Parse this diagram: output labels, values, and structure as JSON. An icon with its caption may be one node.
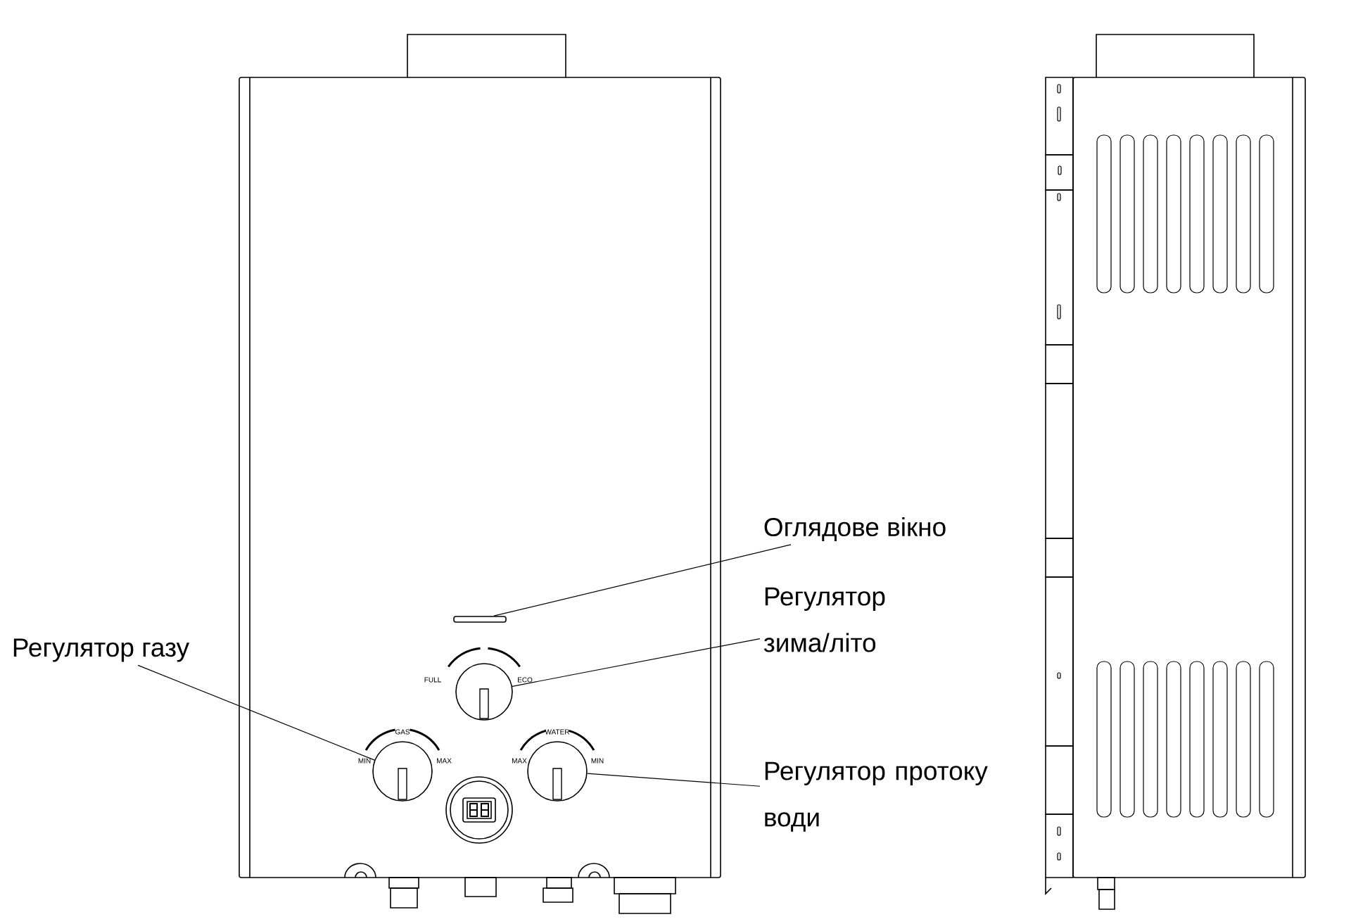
{
  "diagram": {
    "nodes": [
      {
        "text": [
          "Оглядове вікно"
        ]
      },
      {
        "text": [
          "Регулятор зима/літо"
        ]
      },
      {
        "text": [
          "Регулятор газу"
        ]
      },
      {
        "text": [
          "Регулятор протоку води"
        ]
      },
      {
        "text": [],
        "shape": "bar"
      },
      {
        "text": [],
        "shape": "circle"
      },
      {
        "text": [],
        "shape": "circle"
      },
      {
        "text": [],
        "shape": "circle"
      }
    ],
    "edges": [
      {
        "from": 0,
        "to": 4,
        "arrow": "none"
      },
      {
        "from": 1,
        "to": 5,
        "arrow": "none"
      },
      {
        "from": 2,
        "to": 6,
        "arrow": "none"
      },
      {
        "from": 3,
        "to": 7,
        "arrow": "none"
      }
    ],
    "labels": [
      "FULL",
      "ECO",
      "GAS",
      "MIN",
      "MAX",
      "WATER",
      "MAX",
      "MIN"
    ]
  }
}
